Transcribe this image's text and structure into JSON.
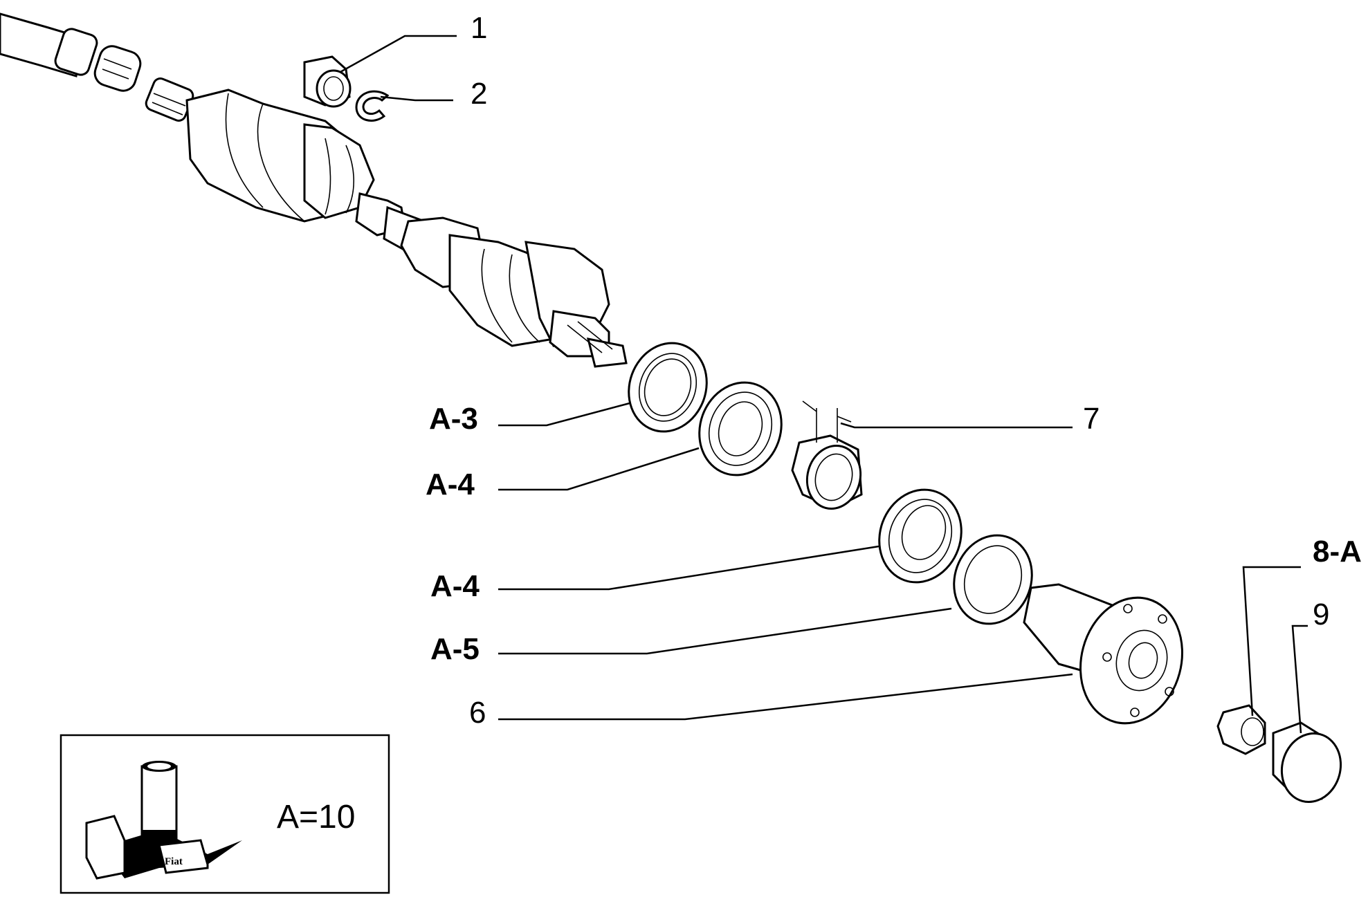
{
  "callouts": {
    "c1": "1",
    "c2": "2",
    "c3": "A-3",
    "c4a": "A-4",
    "c4b": "A-4",
    "c5": "A-5",
    "c6": "6",
    "c7": "7",
    "c8": "8-A",
    "c9": "9"
  },
  "legend": {
    "text": "A=10",
    "logo_text": "Fiat"
  }
}
